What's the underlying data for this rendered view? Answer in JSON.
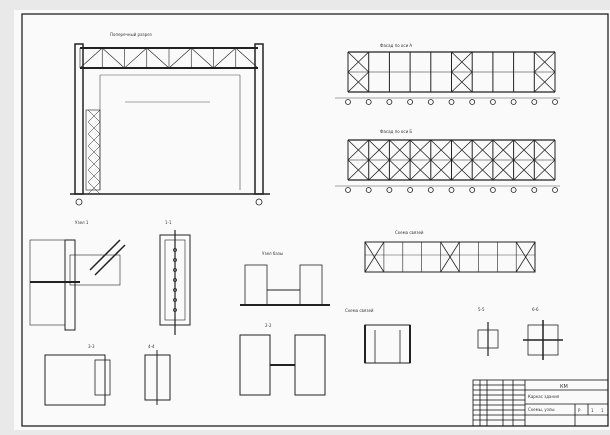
{
  "titles": {
    "frame_section": "Поперечный разрез",
    "elevation_a": "Фасад по оси А",
    "elevation_b": "Фасад по оси Б",
    "bracing_plan": "Схема связей",
    "node_1": "Узел 1",
    "section_1": "1-1",
    "section_2": "2-2",
    "section_3": "3-3",
    "section_4": "4-4",
    "base_node": "Узел базы",
    "section_5": "5-5",
    "section_6": "6-6"
  },
  "title_block": {
    "code": "КМ",
    "row1": "Каркас здания",
    "row2": "Схемы, узлы",
    "stage": "Р",
    "sheet": "1",
    "sheets": "1"
  }
}
